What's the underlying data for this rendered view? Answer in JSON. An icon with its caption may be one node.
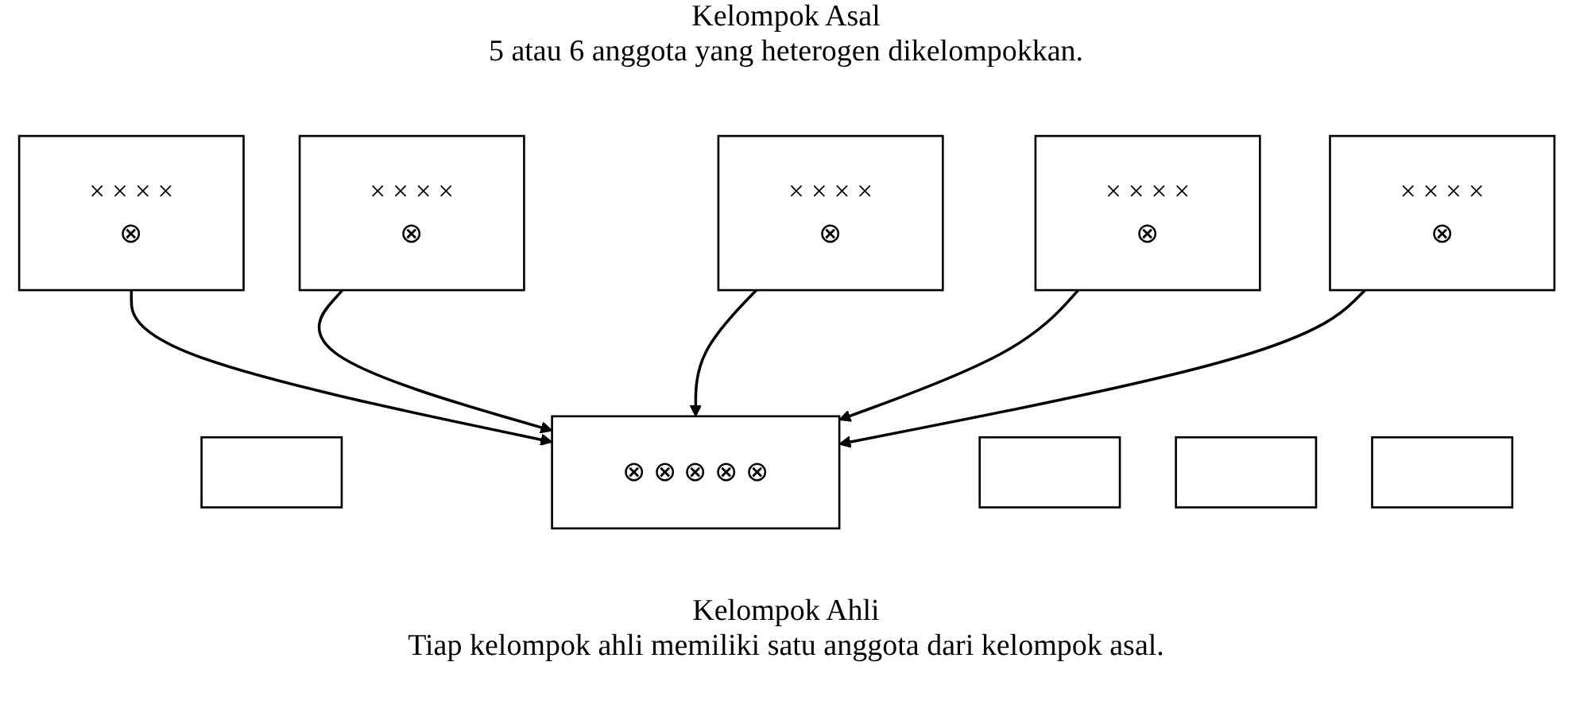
{
  "diagram": {
    "title": "Kelompok Asal",
    "nodes": [
      {
        "text": [
          "× × × ×",
          "⊗"
        ]
      },
      {
        "text": [
          "× × × ×",
          "⊗"
        ]
      },
      {
        "text": [
          "× × × ×",
          "⊗"
        ]
      },
      {
        "text": [
          "× × × ×",
          "⊗"
        ]
      },
      {
        "text": [
          "× × × ×",
          "⊗"
        ]
      },
      {
        "text": [
          "⊗ ⊗ ⊗ ⊗ ⊗"
        ]
      },
      {
        "text": [],
        "shape": "box"
      },
      {
        "text": [],
        "shape": "box"
      },
      {
        "text": [],
        "shape": "box"
      },
      {
        "text": [],
        "shape": "box"
      }
    ],
    "edges": [
      {
        "from": 0,
        "to": 5,
        "arrow": "to"
      },
      {
        "from": 1,
        "to": 5,
        "arrow": "to"
      },
      {
        "from": 2,
        "to": 5,
        "arrow": "to"
      },
      {
        "from": 3,
        "to": 5,
        "arrow": "to"
      },
      {
        "from": 4,
        "to": 5,
        "arrow": "to"
      }
    ],
    "labels": [
      "5 atau 6 anggota yang heterogen dikelompokkan.",
      "Kelompok Ahli"
    ],
    "caption": "Tiap kelompok ahli memiliki satu anggota dari kelompok asal."
  }
}
